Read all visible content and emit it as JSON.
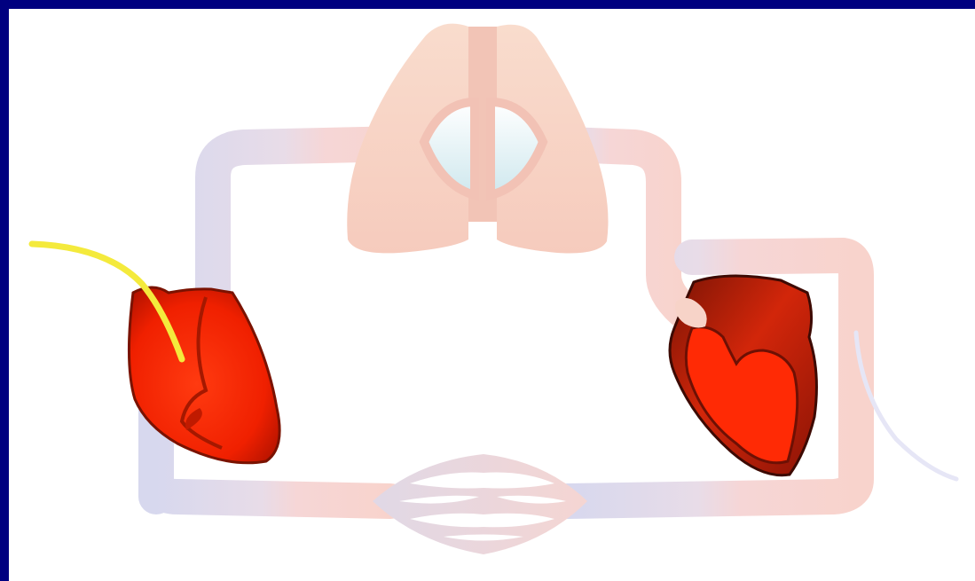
{
  "diagram": {
    "type": "circulatory-system-illustration",
    "components": [
      {
        "id": "lungs",
        "icon": "lungs-icon"
      },
      {
        "id": "pulmonary-circuit",
        "icon": "blood-vessel-loop-icon"
      },
      {
        "id": "systemic-capillary-bed",
        "icon": "capillary-bed-icon"
      },
      {
        "id": "right-heart",
        "icon": "heart-icon"
      },
      {
        "id": "left-heart",
        "icon": "heart-icon"
      },
      {
        "id": "right-heart-catheter",
        "icon": "catheter-icon"
      },
      {
        "id": "left-heart-catheter",
        "icon": "catheter-icon"
      }
    ],
    "colors": {
      "border": "#000080",
      "background": "#ffffff",
      "venous_vessel": "#d9d7ea",
      "arterial_vessel": "#f8d3cc",
      "lung_tissue": "#f8d3c3",
      "heart_right": "#ff2a00",
      "heart_left": "#a8170a",
      "catheter_right": "#f4ea3c",
      "catheter_left": "#e6e6f6"
    }
  }
}
